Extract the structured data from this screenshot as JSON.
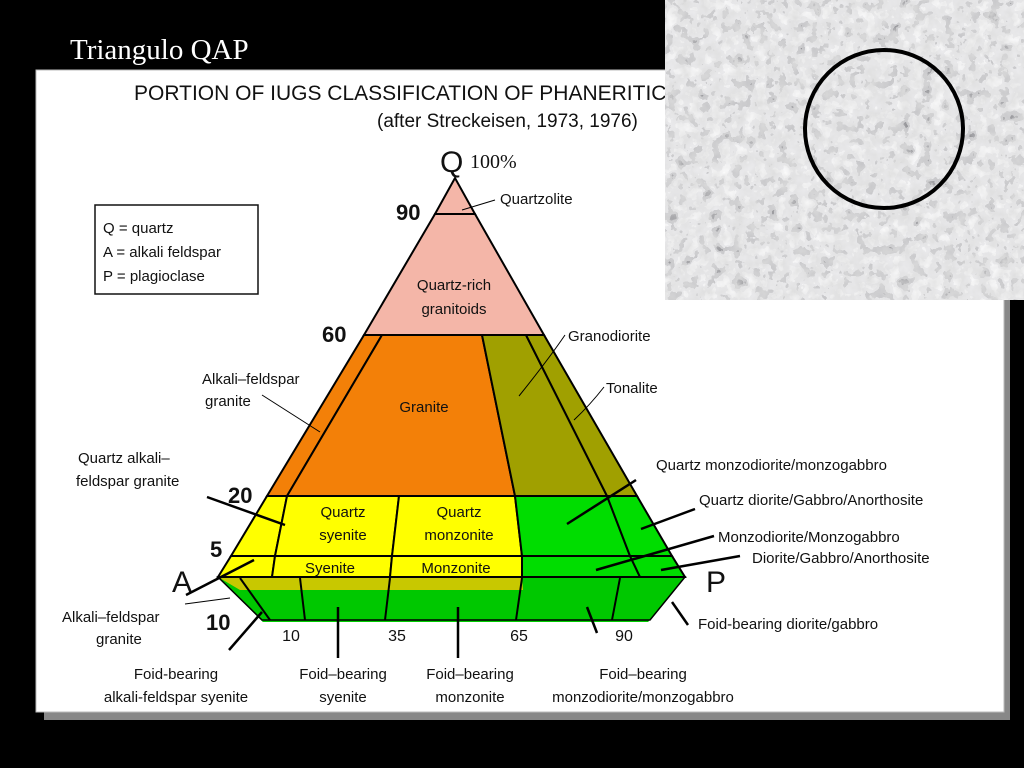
{
  "slide": {
    "title": "Triangulo QAP"
  },
  "figure": {
    "heading": "PORTION OF IUGS CLASSIFICATION OF PHANERITIC",
    "citation": "(after Streckeisen, 1973, 1976)",
    "apex_q": "Q",
    "apex_pct": "100%",
    "vertex_a": "A",
    "vertex_p": "P",
    "q_ticks": [
      "90",
      "60",
      "20",
      "5",
      "10"
    ],
    "ap_ticks": [
      "10",
      "35",
      "65",
      "90"
    ],
    "legend": [
      "Q = quartz",
      "A = alkali feldspar",
      "P = plagioclase"
    ],
    "fields": {
      "quartzolite": "Quartzolite",
      "qrich_1": "Quartz-rich",
      "qrich_2": "granitoids",
      "granite": "Granite",
      "q_syenite_1": "Quartz",
      "q_syenite_2": "syenite",
      "q_monzonite_1": "Quartz",
      "q_monzonite_2": "monzonite",
      "syenite": "Syenite",
      "monzonite": "Monzonite"
    },
    "labels": {
      "granodiorite": "Granodiorite",
      "tonalite": "Tonalite",
      "afg_1": "Alkali–feldspar",
      "afg_2": "granite",
      "qafg_1": "Quartz alkali–",
      "qafg_2": "feldspar granite",
      "qmonzodiorite": "Quartz monzodiorite/monzogabbro",
      "qdiorite": "Quartz diorite/Gabbro/Anorthosite",
      "monzodiorite": "Monzodiorite/Monzogabbro",
      "diorite": "Diorite/Gabbro/Anorthosite",
      "afg_low_1": "Alkali–feldspar",
      "afg_low_2": "granite",
      "foid_diorite": "Foid-bearing diorite/gabbro",
      "foid_afs_1": "Foid-bearing",
      "foid_afs_2": "alkali-feldspar syenite",
      "foid_sy_1": "Foid–bearing",
      "foid_sy_2": "syenite",
      "foid_mz_1": "Foid–bearing",
      "foid_mz_2": "monzonite",
      "foid_mzd_1": "Foid–bearing",
      "foid_mzd_2": "monzodiorite/monzogabbro"
    },
    "colors": {
      "quartz_rich": "#f4b6a8",
      "granite": "#f38008",
      "granodiorite": "#a0a000",
      "quartz_syenite": "#ffff00",
      "green": "#00dd00",
      "dark_green": "#009e00",
      "yellow_ledge": "#c8c800"
    }
  }
}
